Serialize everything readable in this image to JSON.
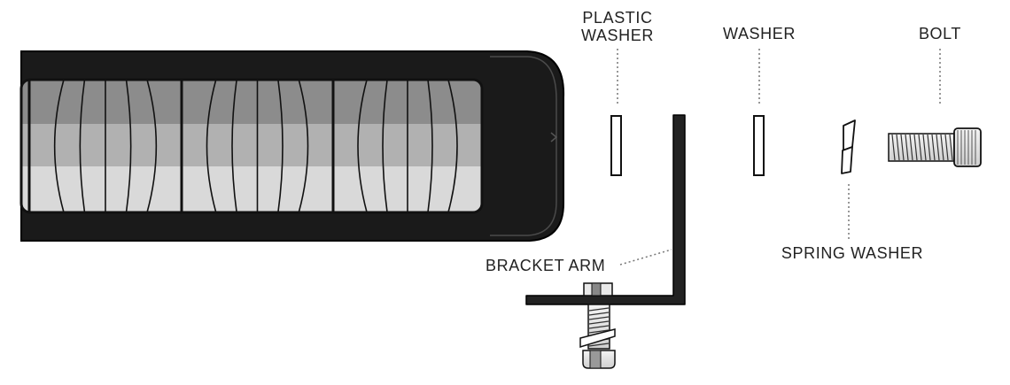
{
  "labels": {
    "plastic_washer": [
      "PLASTIC",
      "WASHER"
    ],
    "washer": "WASHER",
    "bolt": "BOLT",
    "bracket_arm": "BRACKET ARM",
    "spring_washer": "SPRING WASHER"
  },
  "colors": {
    "housing": "#1a1a1a",
    "housing_edge": "#000000",
    "lens_dark": "#8c8c8c",
    "lens_mid": "#b1b1b1",
    "lens_light": "#d9d9d9",
    "leader": "#777777",
    "part_stroke": "#111111"
  }
}
